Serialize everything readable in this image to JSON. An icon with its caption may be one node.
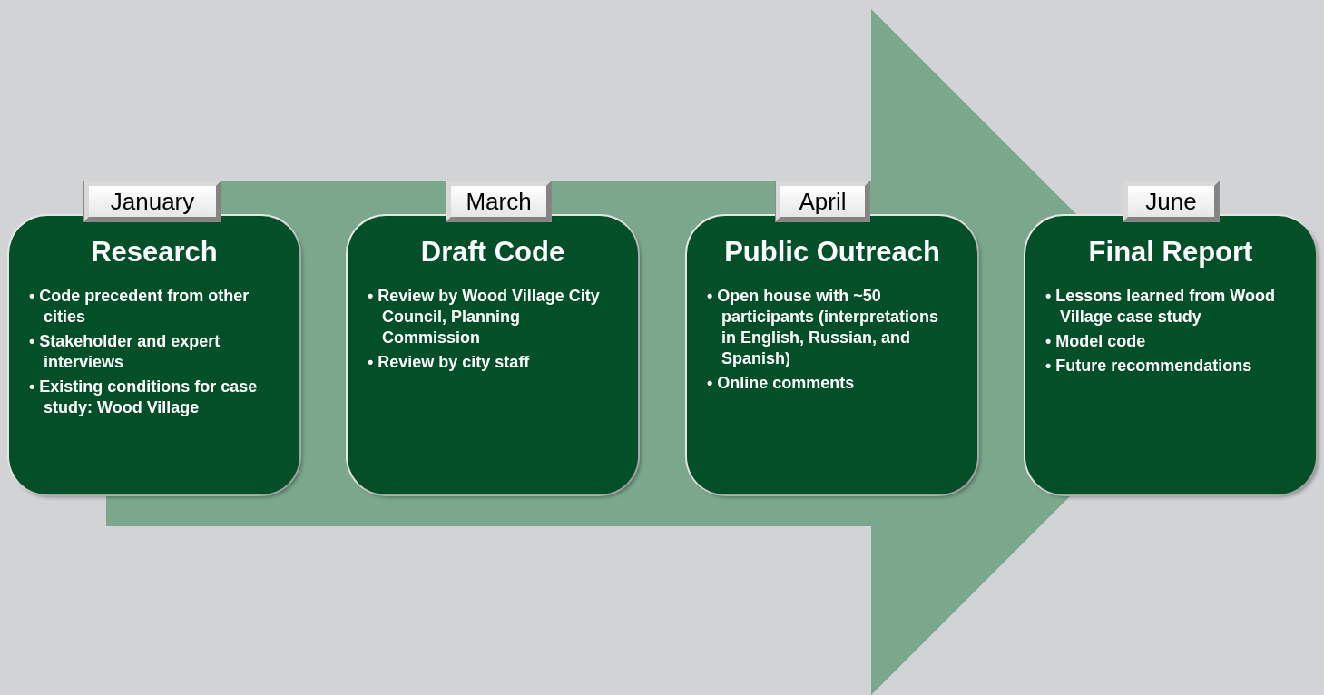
{
  "diagram": {
    "nodes": [
      {
        "text": [
          "January",
          "Research",
          "• Code precedent from other cities",
          "• Stakeholder and expert interviews",
          "• Existing conditions for case study: Wood Village"
        ]
      },
      {
        "text": [
          "March",
          "Draft Code",
          "• Review by Wood Village City Council, Planning Commission",
          "• Review by city staff"
        ]
      },
      {
        "text": [
          "April",
          "Public Outreach",
          "• Open house with ~50 participants (interpretations in English, Russian, and Spanish)",
          "• Online comments"
        ]
      },
      {
        "text": [
          "June",
          "Final Report",
          "• Lessons learned from Wood Village case study",
          "• Model code",
          "• Future recommendations"
        ]
      }
    ],
    "edges": [
      {
        "from": 0,
        "to": 3,
        "arrow": "to",
        "style": "thick",
        "color": "#7ba88c"
      }
    ]
  }
}
